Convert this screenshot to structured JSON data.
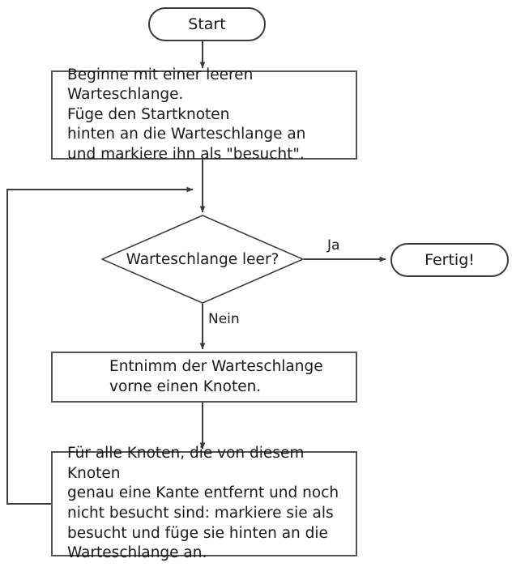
{
  "diagram": {
    "title": "BFS Breitensuche Flussdiagramm",
    "language": "de",
    "stroke_color": "#3b3b3b",
    "box_stroke_color": "#555555",
    "text_color": "#1a1a1a",
    "background": "#ffffff"
  },
  "nodes": {
    "start": {
      "label": "Start",
      "shape": "terminator"
    },
    "init": {
      "label": "Beginne mit einer leeren Warteschlange.\nFüge den Startknoten\nhinten an die Warteschlange an\nund markiere ihn als \"besucht\".",
      "shape": "process"
    },
    "decision": {
      "label": "Warteschlange leer?",
      "shape": "decision"
    },
    "done": {
      "label": "Fertig!",
      "shape": "terminator"
    },
    "dequeue": {
      "label": "Entnimm der Warteschlange\nvorne einen Knoten.",
      "shape": "process"
    },
    "neighbors": {
      "label": "Für alle Knoten, die von diesem Knoten\ngenau eine Kante entfernt und noch\nnicht besucht sind: markiere sie als\nbesucht und füge sie hinten an die\nWarteschlange an.",
      "shape": "process"
    }
  },
  "edge_labels": {
    "yes": "Ja",
    "no": "Nein"
  }
}
